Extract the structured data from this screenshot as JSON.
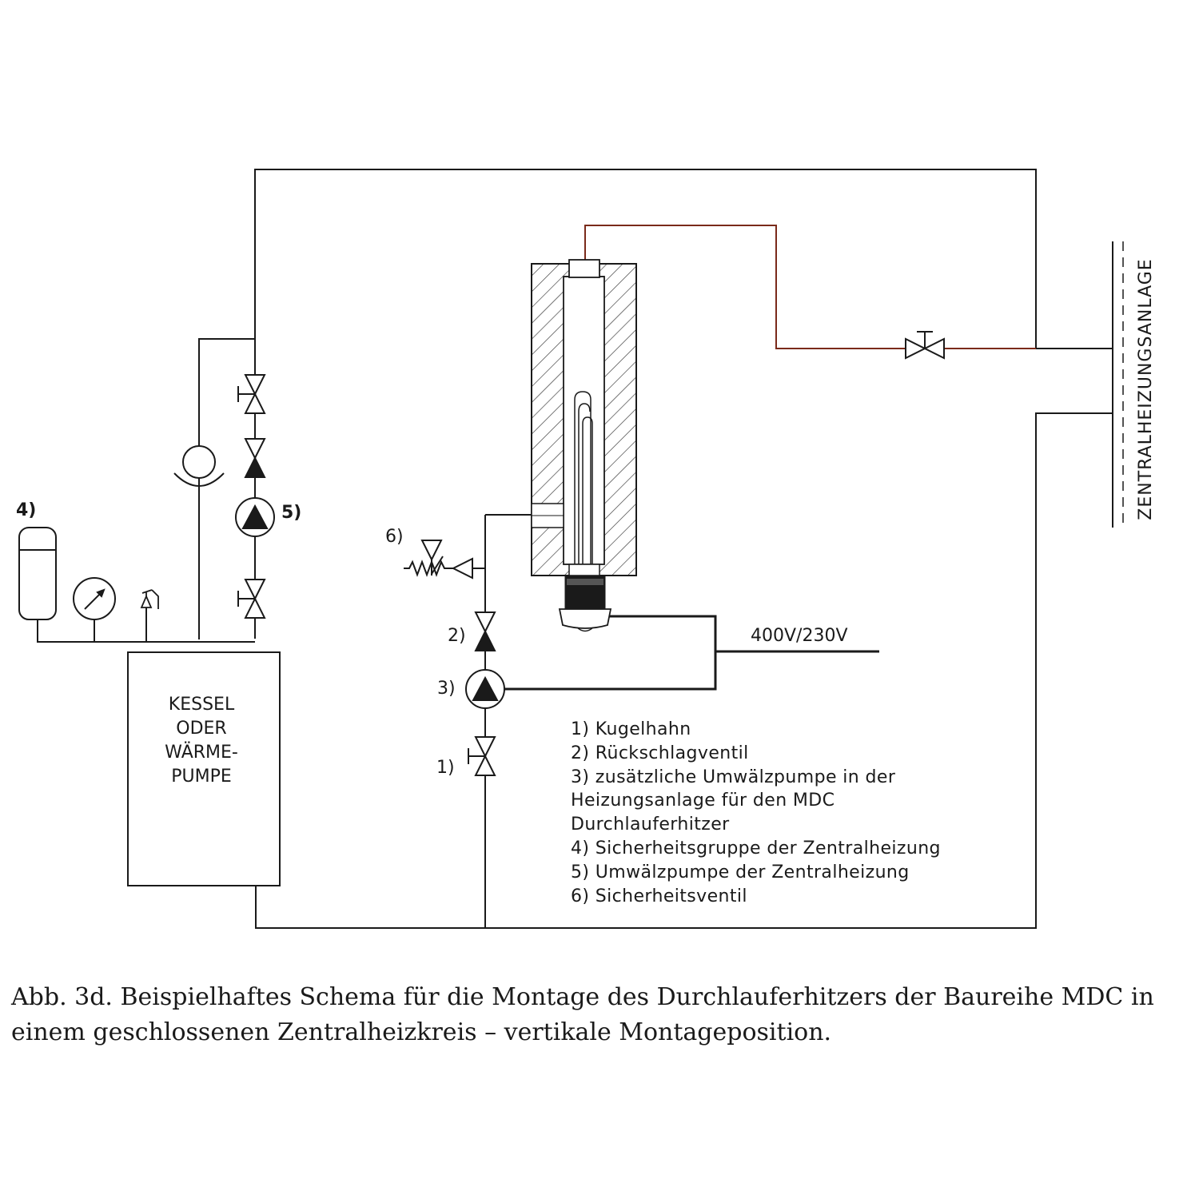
{
  "labels": {
    "boiler": [
      "KESSEL",
      "ODER",
      "WÄRME-",
      "PUMPE"
    ],
    "plant": "ZENTRALHEIZUNGSANLAGE",
    "voltage": "400V/230V",
    "n1": "1)",
    "n2": "2)",
    "n3": "3)",
    "n4": "4)",
    "n5": "5)",
    "n6": "6)"
  },
  "legend": [
    "1) Kugelhahn",
    "2) Rückschlagventil",
    "3) zusätzliche Umwälzpumpe in der",
    "Heizungsanlage für den MDC",
    "Durchlauferhitzer",
    "4) Sicherheitsgruppe der Zentralheizung",
    "5) Umwälzpumpe der Zentralheizung",
    "6) Sicherheitsventil"
  ],
  "caption": {
    "line1": "Abb. 3d. Beispielhaftes Schema für die Montage des Durchlauferhitzers der Baureihe MDC in",
    "line2": "einem geschlossenen Zentralheizkreis – vertikale Montageposition."
  },
  "colors": {
    "line": "#1a1a1a",
    "supply_pipe": "#7a2a1a"
  }
}
